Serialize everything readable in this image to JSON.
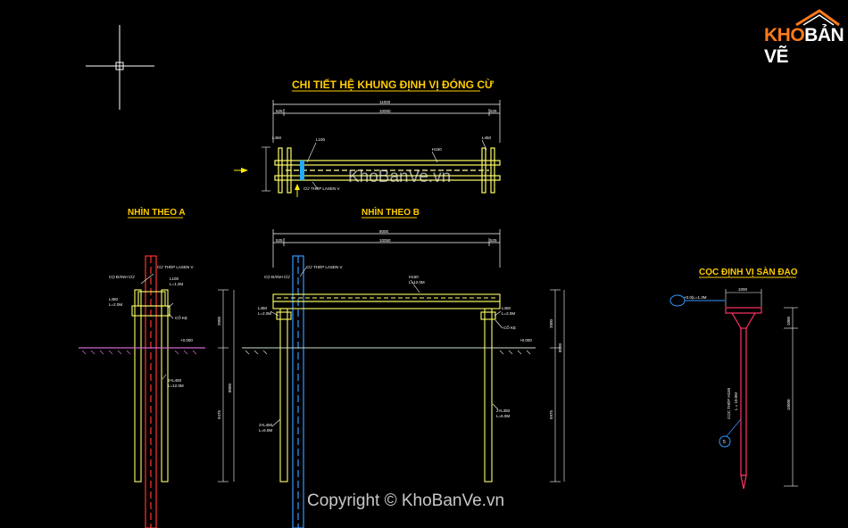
{
  "brand": {
    "logo_part1": "KHO",
    "logo_part2": "BẢN VẼ",
    "watermark": "KhoBanVe.vn",
    "copyright": "Copyright © KhoBanVe.vn"
  },
  "titles": {
    "main": "CHI TIẾT HỆ KHUNG ĐỊNH VỊ ĐÓNG CỪ",
    "view_a": "NHÌN THEO A",
    "view_b": "NHÌN THEO B",
    "stake": "CỌC ĐỊNH VỊ SÀN ĐẠO"
  },
  "plan": {
    "dim_total": "11000",
    "dim_left": "525",
    "dim_mid": "10050",
    "dim_right": "525",
    "label_lasen": "CỪ THÉP LASEN V",
    "label_steel": "L100",
    "label_h": "H150",
    "label_left": "L450",
    "label_right": "L450"
  },
  "view_a": {
    "label_pile": "CỪ THÉP LASEN V",
    "label_co": "CỌ ĐÁNH CỪ",
    "label_l450": "L450",
    "label_l": "L=2.0M",
    "label_beam": "L100",
    "label_beam_l": "L=1.2M",
    "label_tie": "CỐ KẸ",
    "label_elev": "+0.000",
    "label_l2": "2×L450",
    "label_l2b": "L=12.0M",
    "dim_top": "2000",
    "dim_bottom": "9475",
    "dim_total": "8000"
  },
  "view_b": {
    "dim_total": "8000",
    "dim_left": "525",
    "dim_mid": "10050",
    "dim_right": "525",
    "label_pile": "CỪ THÉP LASEN V",
    "label_co": "CỌ ĐÁNH CỪ",
    "label_h": "H150",
    "label_hl": "L=12.0M",
    "label_left": "L450",
    "label_left2": "L=2.0M",
    "label_right": "L450",
    "label_right2": "L=2.0M",
    "label_tie": "CỐ KẸ",
    "label_elev": "+0.000",
    "label_lower_l": "2×L450",
    "label_lower_l2": "L=6.0M",
    "label_lower_r": "2×L450",
    "label_lower_r2": "L=6.0M",
    "dim_top": "2000",
    "dim_bottom": "5975"
  },
  "stake": {
    "circle_label": "+0.0(L=1.3M",
    "dim_top": "1000",
    "dim_side": "1000",
    "dim_long": "10000",
    "label_pile": "CỌC THÉP H150",
    "label_pile2": "L = 10.0M",
    "bubble": "5"
  }
}
